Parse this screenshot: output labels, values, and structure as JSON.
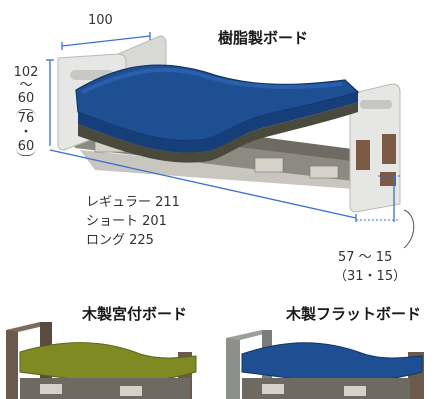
{
  "top": {
    "board_label": "樹脂製ボード",
    "width_value": "100",
    "height_values": [
      "102",
      "〜",
      "60",
      "76",
      "・",
      "60"
    ],
    "length_lines": [
      "レギュラー 211",
      "ショート 201",
      "ロング 225"
    ],
    "floor_clearance_line1": "57 〜 15",
    "floor_clearance_line2": "（31・15）"
  },
  "bottom_left": {
    "board_label": "木製宮付ボード"
  },
  "bottom_right": {
    "board_label": "木製フラットボード"
  },
  "colors": {
    "dimension_line": "#3a6fd0",
    "mattress_blue": "#1f4f93",
    "mattress_green": "#7f8a22",
    "resin_board": "#e6e6e4",
    "wood_board": "#6b5a4c"
  }
}
